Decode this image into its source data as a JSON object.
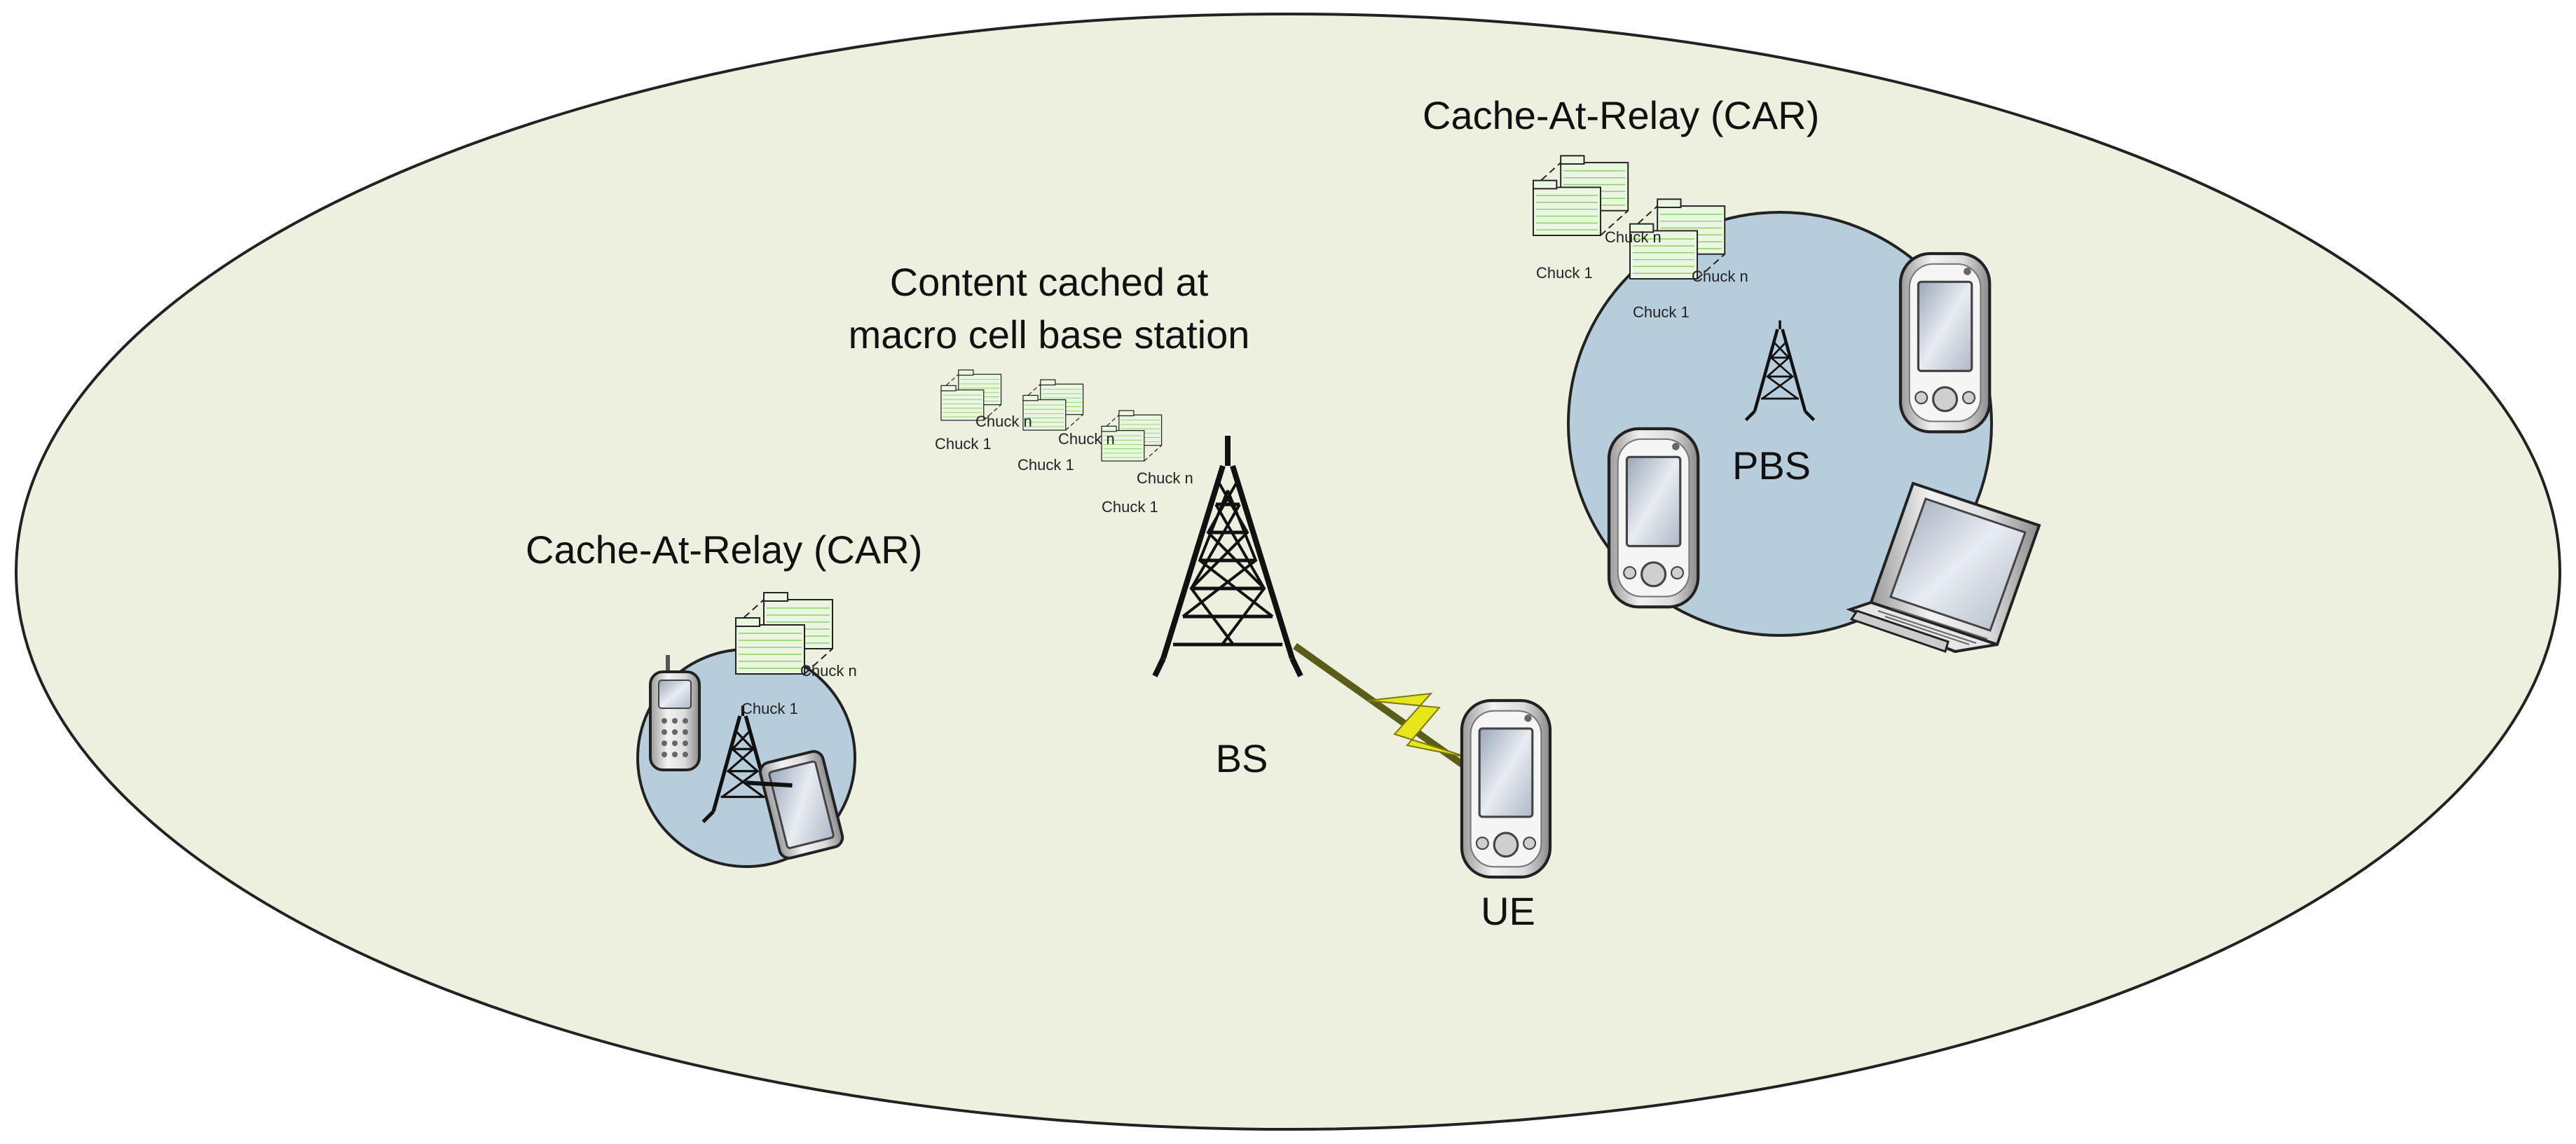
{
  "labels": {
    "car_right": "Cache-At-Relay (CAR)",
    "car_left": "Cache-At-Relay (CAR)",
    "content_line1": "Content cached at",
    "content_line2": "macro cell base station",
    "bs": "BS",
    "ue": "UE",
    "pbs": "PBS"
  },
  "chunks": {
    "first": "Chuck 1",
    "last": "Chuck n"
  },
  "colors": {
    "macro_cell_fill": "#eef0df",
    "small_cell_fill": "#b8cddc",
    "wireless_link": "#e6e61a",
    "file_fill": "#eaf6df"
  }
}
